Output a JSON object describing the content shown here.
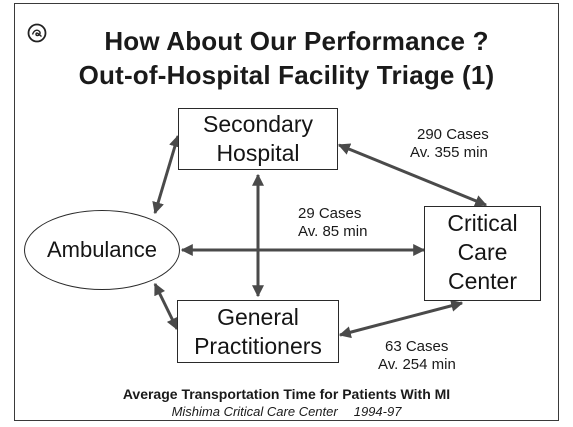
{
  "title": {
    "line1": "How About Our Performance ?",
    "line2": "Out-of-Hospital Facility Triage (1)"
  },
  "nodes": {
    "secondary_hospital": [
      "Secondary",
      "Hospital"
    ],
    "ambulance": "Ambulance",
    "general_practitioners": [
      "General",
      "Practitioners"
    ],
    "critical_care_center": [
      "Critical",
      "Care",
      "Center"
    ]
  },
  "edges": {
    "secondary_to_ccc": {
      "cases": "290 Cases",
      "time": "Av. 355 min"
    },
    "ambulance_to_ccc": {
      "cases": "29 Cases",
      "time": "Av. 85 min"
    },
    "gp_to_ccc": {
      "cases": "63 Cases",
      "time": "Av. 254 min"
    }
  },
  "caption": {
    "line1": "Average Transportation Time for Patients With  MI",
    "source": "Mishima Critical Care Center",
    "period": "1994-97"
  },
  "colors": {
    "line": "#4a4a4a",
    "text": "#1a1a1a"
  },
  "icons": {
    "logo": "circled-emblem-icon"
  }
}
